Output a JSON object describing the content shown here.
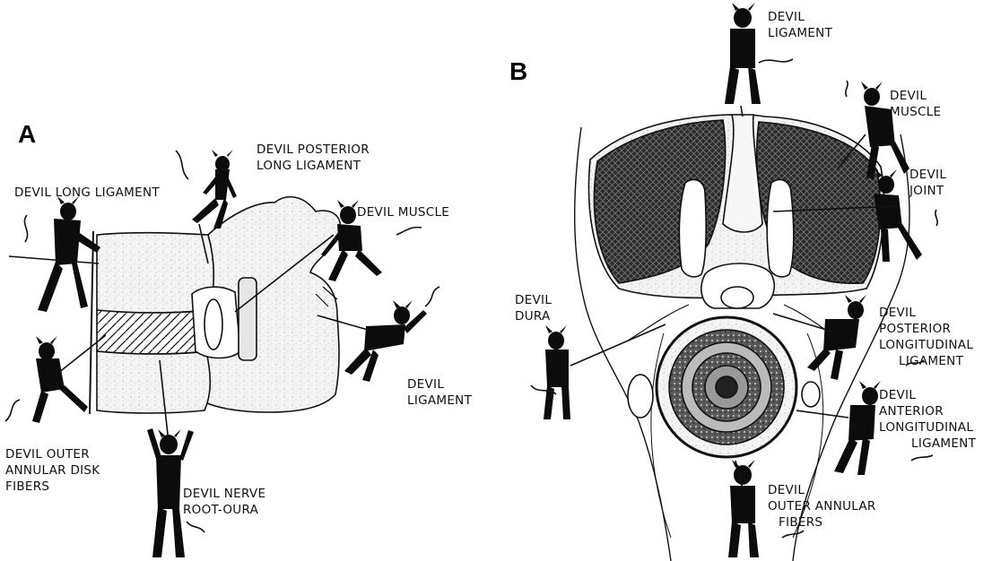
{
  "panels": {
    "a": {
      "letter": "A",
      "labels": {
        "posterior_long_ligament": [
          "DEVIL POSTERIOR",
          "LONG LIGAMENT"
        ],
        "long_ligament": [
          "DEVIL LONG LIGAMENT"
        ],
        "muscle": [
          "DEVIL MUSCLE"
        ],
        "ligament": [
          "DEVIL",
          "LIGAMENT"
        ],
        "outer_annular_disk_fibers": [
          "DEVIL OUTER",
          "ANNULAR DISK",
          "FIBERS"
        ],
        "nerve_root_dura": [
          "DEVIL NERVE",
          "ROOT-OURA"
        ]
      }
    },
    "b": {
      "letter": "B",
      "labels": {
        "ligament": [
          "DEVIL",
          "LIGAMENT"
        ],
        "muscle": [
          "DEVIL",
          "MUSCLE"
        ],
        "joint": [
          "DEVIL",
          "JOINT"
        ],
        "dura": [
          "DEVIL",
          "DURA"
        ],
        "posterior_longitudinal_ligament": [
          "DEVIL",
          "POSTERIOR",
          "LONGITUDINAL",
          "LIGAMENT"
        ],
        "anterior_longitudinal_ligament": [
          "DEVIL",
          "ANTERIOR",
          "LONGITUDINAL",
          "LIGAMENT"
        ],
        "outer_annular_fibers": [
          "DEVIL",
          "OUTER ANNULAR",
          "FIBERS"
        ]
      }
    }
  },
  "colors": {
    "ink": "#111111",
    "bone_fill": "#f1f1f1",
    "muscle_fill": "#3a3a3a",
    "background": "#ffffff"
  }
}
